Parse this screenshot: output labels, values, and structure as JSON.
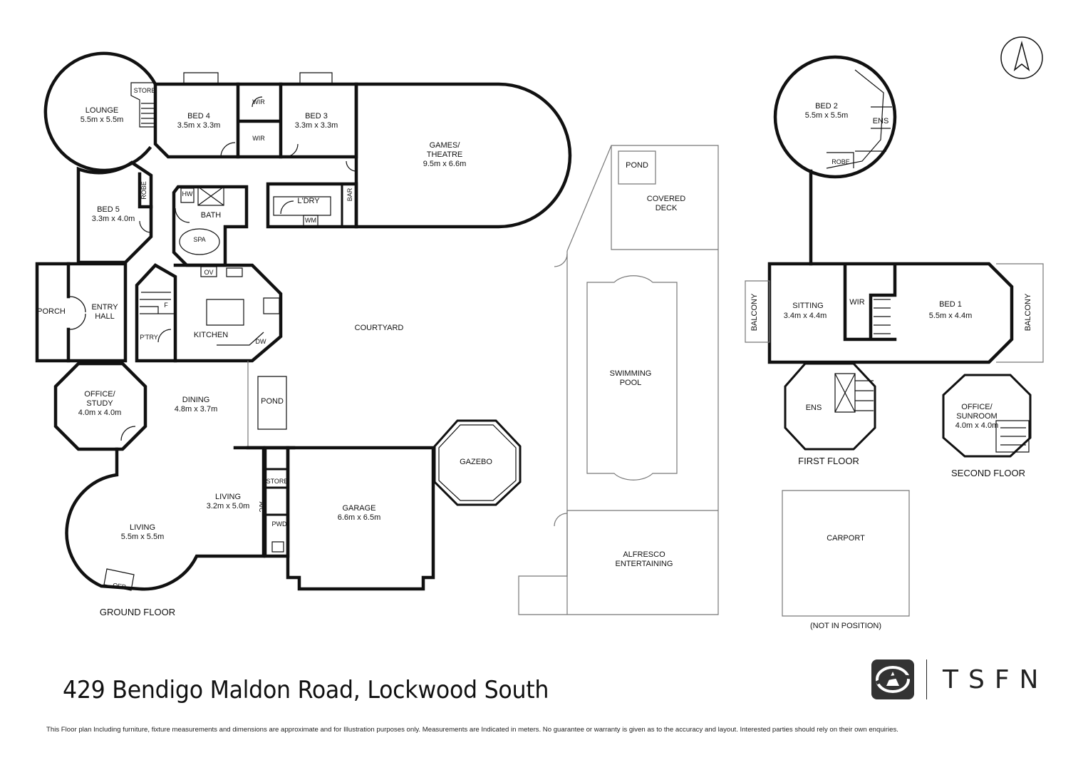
{
  "address": "429 Bendigo Maldon Road, Lockwood South",
  "disclaimer": "This Floor plan Including furniture, fixture measurements and dimensions are approximate and for Illustration purposes only. Measurements are Indicated in meters. No guarantee or warranty is given as to the accuracy and layout. Interested parties should rely on their own enquiries.",
  "brand": {
    "name": "TSFN",
    "logo_icon": "tsfn-logo-icon"
  },
  "compass": {
    "icon": "north-arrow-icon"
  },
  "floors": {
    "ground": "GROUND FLOOR",
    "first": "FIRST FLOOR",
    "second": "SECOND FLOOR"
  },
  "carport_note": "(NOT IN POSITION)",
  "rooms": {
    "lounge": {
      "name": "LOUNGE",
      "size": "5.5m x 5.5m"
    },
    "store_lounge": {
      "name": "STORE"
    },
    "bed4": {
      "name": "BED 4",
      "size": "3.5m x 3.3m"
    },
    "wir_a": {
      "name": "WIR"
    },
    "wir_b": {
      "name": "WIR"
    },
    "bed3": {
      "name": "BED 3",
      "size": "3.3m x 3.3m"
    },
    "games": {
      "name1": "GAMES/",
      "name2": "THEATRE",
      "size": "9.5m x 6.6m"
    },
    "bed5": {
      "name": "BED 5",
      "size": "3.3m x 4.0m"
    },
    "robe5": {
      "name": "ROBE"
    },
    "hw": {
      "name": "HW"
    },
    "bath": {
      "name": "BATH"
    },
    "spa": {
      "name": "SPA"
    },
    "ldry": {
      "name": "L'DRY"
    },
    "wm": {
      "name": "WM"
    },
    "bar": {
      "name": "BAR"
    },
    "porch": {
      "name": "PORCH"
    },
    "entry": {
      "name1": "ENTRY",
      "name2": "HALL"
    },
    "ptry": {
      "name": "P'TRY"
    },
    "fridge": {
      "name": "F"
    },
    "ov": {
      "name": "OV"
    },
    "kitchen": {
      "name": "KITCHEN"
    },
    "dw": {
      "name": "DW"
    },
    "courtyard": {
      "name": "COURTYARD"
    },
    "office": {
      "name1": "OFFICE/",
      "name2": "STUDY",
      "size": "4.0m x 4.0m"
    },
    "dining": {
      "name": "DINING",
      "size": "4.8m x 3.7m"
    },
    "pond1": {
      "name": "POND"
    },
    "living2": {
      "name": "LIVING",
      "size": "3.2m x 5.0m"
    },
    "store2": {
      "name": "STORE"
    },
    "ac": {
      "name": "A/C"
    },
    "pwd": {
      "name": "PWD"
    },
    "living1": {
      "name": "LIVING",
      "size": "5.5m x 5.5m"
    },
    "ofp": {
      "name": "OFP"
    },
    "garage": {
      "name": "GARAGE",
      "size": "6.6m x 6.5m"
    },
    "gazebo": {
      "name": "GAZEBO"
    },
    "pond2": {
      "name": "POND"
    },
    "deck": {
      "name1": "COVERED",
      "name2": "DECK"
    },
    "pool": {
      "name1": "SWIMMING",
      "name2": "POOL"
    },
    "alfresco": {
      "name1": "ALFRESCO",
      "name2": "ENTERTAINING"
    },
    "bed2": {
      "name": "BED 2",
      "size": "5.5m x 5.5m"
    },
    "ens2": {
      "name": "ENS"
    },
    "robe2": {
      "name": "ROBE"
    },
    "sitting": {
      "name": "SITTING",
      "size": "3.4m x 4.4m"
    },
    "wir1": {
      "name": "WIR"
    },
    "bed1": {
      "name": "BED 1",
      "size": "5.5m x 4.4m"
    },
    "balcony_l": {
      "name": "BALCONY"
    },
    "balcony_r": {
      "name": "BALCONY"
    },
    "ens1": {
      "name": "ENS"
    },
    "sunroom": {
      "name1": "OFFICE/",
      "name2": "SUNROOM",
      "size": "4.0m x 4.0m"
    },
    "carport": {
      "name": "CARPORT"
    }
  }
}
